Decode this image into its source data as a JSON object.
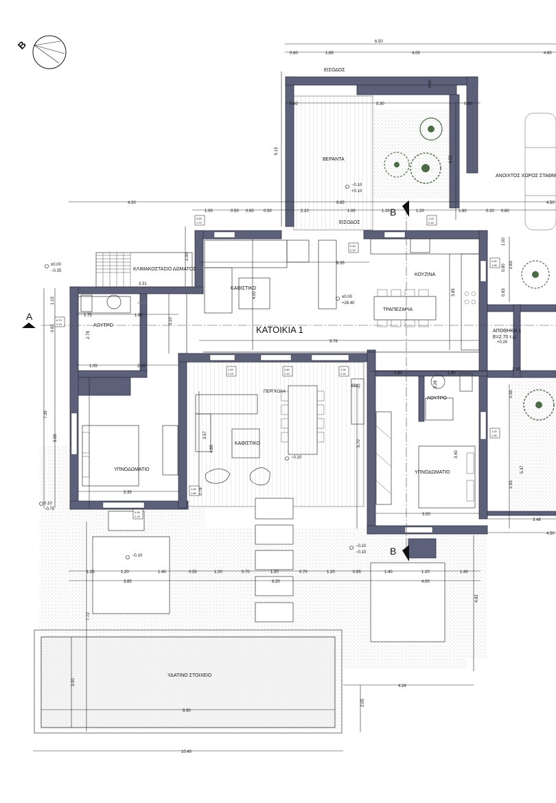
{
  "title": "ΚΑΤΟΙΚΙΑ 1",
  "compass_label": "B",
  "section_marks": {
    "a": "A",
    "b": "B"
  },
  "rooms": {
    "entrance": "ΕΙΣΟΔΟΣ",
    "entrance_2": "ΕΙΣΟΔΟΣ",
    "veranda": "ΒΕΡΑΝΤΑ",
    "open_parking": "ΑΝΟΙΧΤΟΣ ΧΩΡΟΣ ΣΤΑΘΜ",
    "roof_stair": "ΚΛΙΜΑΚΟΣΤΑΣΙΟ ΔΩΜΑΤΟΣ",
    "living": "ΚΑΘΙΣΤΙΚΟ",
    "kitchen": "ΚΟΥΖΙΝΑ",
    "dining": "ΤΡΑΠΕΖΑΡΙΑ",
    "bath_left": "ΛΟΥΤΡΟ",
    "bath_right": "ΛΟΥΤΡΟ",
    "storage": "ΑΠΟΘΗΚΗ 1",
    "storage_area": "E=2.70 τ.μ.",
    "bedroom_left": "ΥΠΝΟΔΩΜΑΤΙΟ",
    "bedroom_right": "ΥΠΝΟΔΩΜΑΤΙΟ",
    "pergola": "ΠΕΡΓΚΟΛΑ",
    "pergola_living": "ΚΑΘΙΣΤΙΚΟ",
    "bbq": "BBQ",
    "water_feature": "ΥΔΑΤΙΝΟ ΣΤΟΙΧΕΙΟ",
    "laundry": "ΠΛΥΝΤ."
  },
  "levels": {
    "l1": "±0.00",
    "l1b": "−0.35",
    "l2": "±0.00",
    "l2b": "+26.40",
    "l3": "−0.10",
    "l3b": "+0.10",
    "l4": "−0.10",
    "l5": "−0.10",
    "l6": "−0.10",
    "l6b": "−0.10",
    "l7": "0.10",
    "l7b": "−0.75",
    "l8": "+0.20"
  },
  "dims": {
    "top_total": "6.50",
    "t1": "0.60",
    "t2": "1.85",
    "t3": "4.05",
    "t4": "4.80",
    "v1": "0.60",
    "v2": "5.30",
    "v3": "0.60",
    "v4": "0.60",
    "h515": "5.15",
    "h455": "4.55",
    "d420": "4.20",
    "d985": "9.85",
    "r1": "1.05",
    "r2": "0.50",
    "r3": "0.65",
    "r4": "0.50",
    "r5": "2.10",
    "r6": "1.00",
    "r7": "1.25",
    "r8": "1.20",
    "r9": "1.60",
    "r10": "0.20",
    "r11": "0.80",
    "r12": "4.50",
    "d935": "9.35",
    "d100": "1.00",
    "d263": "2.63",
    "d080": "0.80",
    "d083": "0.83",
    "d400": "4.00",
    "d385": "3.85",
    "d331": "3.31",
    "d200": "2.00",
    "d115": "1.15",
    "d065": "0.65",
    "d175": "1.75",
    "d180": "1.80",
    "d310": "3.10",
    "d278": "2.78",
    "d976": "9.76",
    "d220": "2.20",
    "d220b": "2.20",
    "d160": "1.60",
    "d180b": "1.80",
    "d228": "2.28",
    "d105": "1.05",
    "d055": "0.55",
    "d735": "7.35",
    "d555": "5.55",
    "d357": "3.57",
    "d485": "4.85",
    "d570": "5.70",
    "d340": "3.40",
    "d335": "3.35",
    "d350": "3.50",
    "d295": "2.95",
    "d537": "5.37",
    "d348": "3.48",
    "d450": "4.50",
    "d078": "0.78",
    "p1": "1.25",
    "p2": "1.20",
    "p3": "1.40",
    "p4": "0.55",
    "p5": "1.20",
    "p6": "0.70",
    "p7": "1.20",
    "p8": "0.70",
    "p9": "1.20",
    "p10": "0.65",
    "p11": "1.40",
    "p12": "1.20",
    "p13": "1.40",
    "q1": "3.85",
    "q2": "6.20",
    "q3": "4.00",
    "d482": "4.82",
    "d772": "7.72",
    "d424": "4.24",
    "d300": "3.00",
    "d990": "9.90",
    "d205": "2.05",
    "d1040": "10.40"
  },
  "window_tags": {
    "w1": "0.80",
    "w1b": "1.70",
    "w2": "1.00",
    "w2b": "2.15",
    "w3": "0.90",
    "w3b": "2.15",
    "w4": "0.90",
    "w4b": "1.95",
    "w5": "0.70",
    "w5b": "2.15",
    "w6": "1.00",
    "w6b": "2.15",
    "w7": "0.80",
    "w7b": "2.15",
    "w8": "1.00",
    "w8b": "2.15",
    "w9": "0.90",
    "w9b": "2.15",
    "w10": "1.50",
    "w10b": "1.80",
    "w11": "1.20",
    "w11b": "1.90"
  }
}
